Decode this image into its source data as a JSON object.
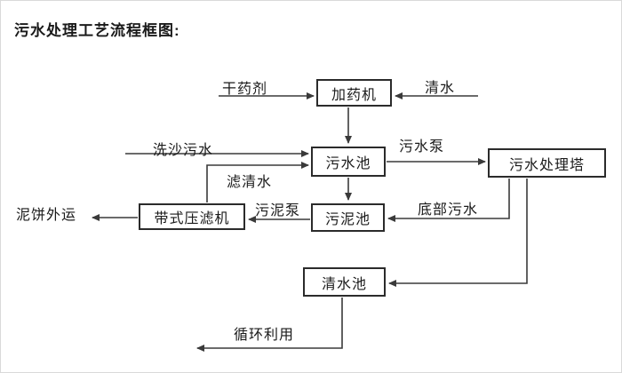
{
  "title": "污水处理工艺流程框图:",
  "diagram": {
    "nodes": {
      "dosing_machine": "加药机",
      "sewage_pool": "污水池",
      "treatment_tower": "污水处理塔",
      "sludge_pool": "污泥池",
      "belt_filter_press": "带式压滤机",
      "clean_water_pool": "清水池"
    },
    "flow_labels": {
      "dry_chemical": "干药剂",
      "clean_water": "清水",
      "sand_washing_sewage": "洗沙污水",
      "sewage_pump": "污水泵",
      "filtered_water": "滤清水",
      "mud_cake_out": "泥饼外运",
      "sludge_pump": "污泥泵",
      "bottom_sewage": "底部污水",
      "recycle_use": "循环利用"
    },
    "colors": {
      "line": "#3a3a3a",
      "box_border": "#2b2b2b",
      "text": "#1a1a1a",
      "background": "#ffffff"
    }
  }
}
